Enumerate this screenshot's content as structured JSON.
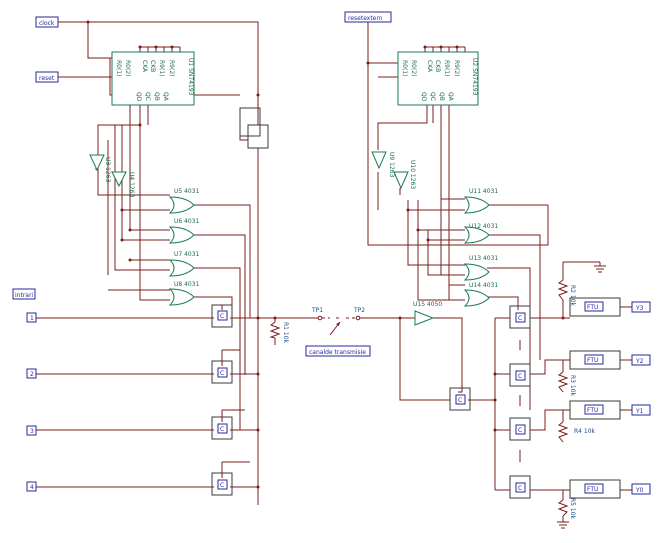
{
  "inputs": {
    "clock": "clock",
    "reset": "reset",
    "resetextern": "resetextern",
    "intrari": "intrari",
    "in1": "1",
    "in2": "2",
    "in3": "3",
    "in4": "4"
  },
  "counters": {
    "u1_name": "U1 SN74193",
    "u2_name": "U2 SN74193",
    "pins_top": [
      "R0(1)",
      "R0(2)",
      "CKA",
      "CKB",
      "R9(1)",
      "R9(2)"
    ],
    "pins_bottom": [
      "QD",
      "QC",
      "QB",
      "QA"
    ]
  },
  "buffers": {
    "u3": "U3 1263",
    "u4": "U4 1263",
    "u9": "U9 1263",
    "u10": "U10 1263",
    "u15": "U15 4050"
  },
  "or_gates": {
    "u5": "U5 4031",
    "u6": "U6 4031",
    "u7": "U7 4031",
    "u8": "U8 4031",
    "u11": "U11 4031",
    "u12": "U12 4031",
    "u13": "U13 4031",
    "u14": "U14 4031"
  },
  "switch_label": "C",
  "resistors": {
    "r1": "R1 10k",
    "r2": "R2 10k",
    "r3": "R3 10k",
    "r4": "R4 10k",
    "r5": "R5 10k"
  },
  "channel": {
    "tp1": "TP1",
    "tp2": "TP2",
    "label": "canalde transmisie"
  },
  "latch_label": "FTU",
  "outputs": {
    "y3": "Y3",
    "y2": "Y2",
    "y1": "Y1",
    "y0": "Y0"
  },
  "colors": {
    "wire": "#7a1c1c",
    "component": "#1a7a5a",
    "label_border": "#2a2a9a"
  }
}
